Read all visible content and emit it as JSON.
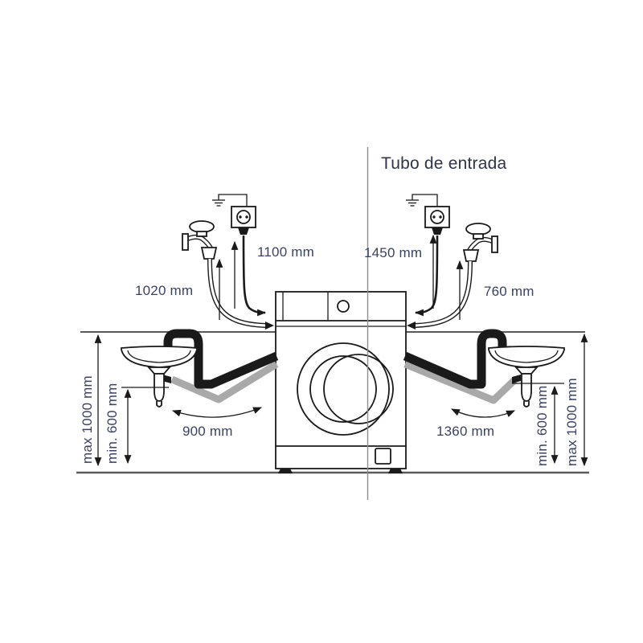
{
  "title": "Tubo de entrada",
  "dimensions": {
    "left_hose": "1020 mm",
    "left_cable": "1100 mm",
    "right_cable": "1450 mm",
    "right_hose": "760 mm",
    "left_drain_span": "900 mm",
    "right_drain_span": "1360 mm",
    "left_max_height": "max 1000 mm",
    "left_min_height": "min. 600 mm",
    "right_min_height": "min. 600 mm",
    "right_max_height": "max 1000 mm"
  },
  "icons": [
    "washing-machine-icon",
    "tap-icon",
    "power-outlet-icon",
    "earth-ground-icon",
    "sink-icon",
    "drain-hose",
    "inlet-hose",
    "power-cable",
    "dimension-arrow"
  ],
  "colors": {
    "line": "#1a1a1a",
    "hose_gray": "#a9a9a9",
    "label": "#3a4263",
    "title": "#2e3547",
    "guide": "#8d8d8d",
    "surface": "#5a5a5a"
  }
}
